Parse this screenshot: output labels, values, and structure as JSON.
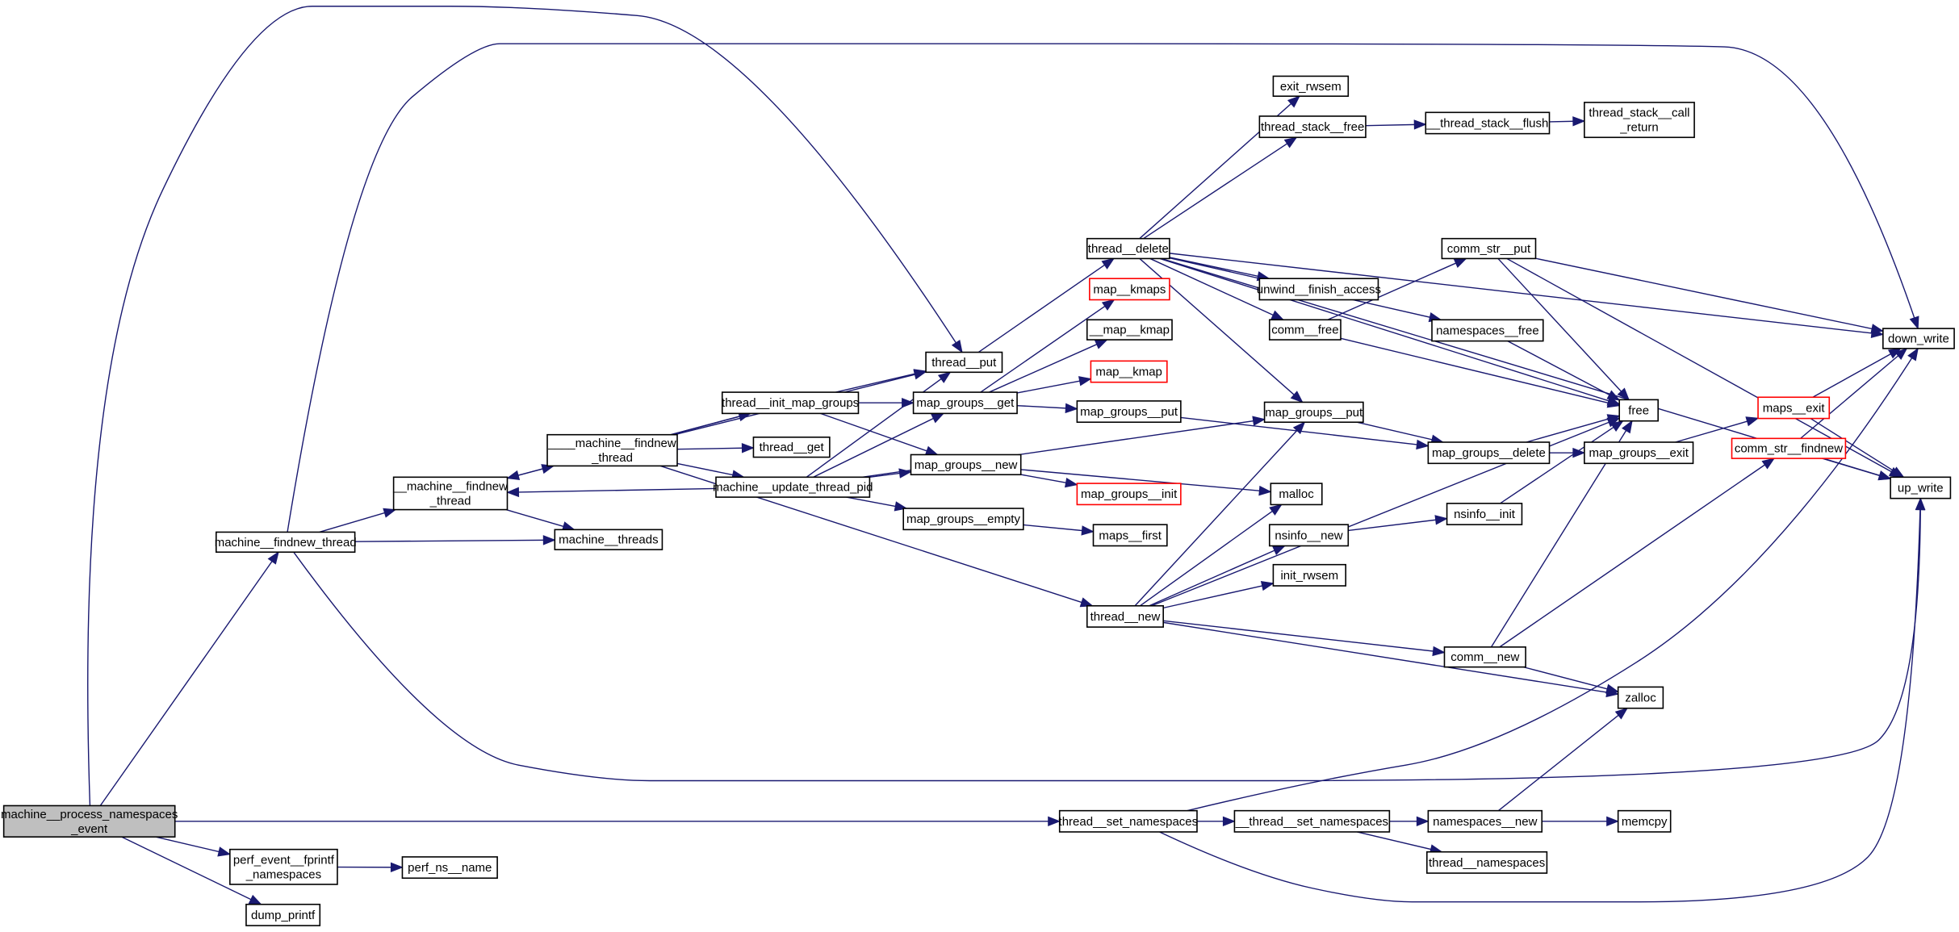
{
  "title": "Call graph: machine__process_namespaces_event",
  "colors": {
    "edge": "#191970",
    "root_fill": "#bfbfbf",
    "missing_border": "#ff0000",
    "node_border": "#000000"
  },
  "nodes": [
    {
      "id": "root",
      "lines": [
        "machine__process_namespaces",
        "_event"
      ],
      "kind": "root"
    },
    {
      "id": "machine_findnew_thread",
      "lines": [
        "machine__findnew_thread"
      ]
    },
    {
      "id": "__machine_findnew_thread",
      "lines": [
        "__machine__findnew",
        "_thread"
      ]
    },
    {
      "id": "machine_threads",
      "lines": [
        "machine__threads"
      ]
    },
    {
      "id": "____machine_findnew_thread",
      "lines": [
        "____machine__findnew",
        "_thread"
      ]
    },
    {
      "id": "thread_init_map_groups",
      "lines": [
        "thread__init_map_groups"
      ]
    },
    {
      "id": "thread_get",
      "lines": [
        "thread__get"
      ]
    },
    {
      "id": "machine_update_thread_pid",
      "lines": [
        "machine__update_thread_pid"
      ]
    },
    {
      "id": "thread_put",
      "lines": [
        "thread__put"
      ]
    },
    {
      "id": "map_groups_get",
      "lines": [
        "map_groups__get"
      ]
    },
    {
      "id": "map_groups_new",
      "lines": [
        "map_groups__new"
      ]
    },
    {
      "id": "map_groups_empty",
      "lines": [
        "map_groups__empty"
      ]
    },
    {
      "id": "thread_delete",
      "lines": [
        "thread__delete"
      ]
    },
    {
      "id": "map_kmaps",
      "lines": [
        "map__kmaps"
      ],
      "kind": "missing"
    },
    {
      "id": "__map_kmap",
      "lines": [
        "__map__kmap"
      ]
    },
    {
      "id": "map_kmap",
      "lines": [
        "map__kmap"
      ],
      "kind": "missing"
    },
    {
      "id": "map_groups_put_a",
      "lines": [
        "map_groups__put"
      ]
    },
    {
      "id": "map_groups_init",
      "lines": [
        "map_groups__init"
      ],
      "kind": "missing"
    },
    {
      "id": "maps_first",
      "lines": [
        "maps__first"
      ]
    },
    {
      "id": "thread_new",
      "lines": [
        "thread__new"
      ]
    },
    {
      "id": "exit_rwsem",
      "lines": [
        "exit_rwsem"
      ]
    },
    {
      "id": "thread_stack_free",
      "lines": [
        "thread_stack__free"
      ]
    },
    {
      "id": "unwind_finish_access",
      "lines": [
        "unwind__finish_access"
      ]
    },
    {
      "id": "comm_free",
      "lines": [
        "comm__free"
      ]
    },
    {
      "id": "map_groups_put_b",
      "lines": [
        "map_groups__put"
      ]
    },
    {
      "id": "malloc",
      "lines": [
        "malloc"
      ]
    },
    {
      "id": "nsinfo_new",
      "lines": [
        "nsinfo__new"
      ]
    },
    {
      "id": "init_rwsem",
      "lines": [
        "init_rwsem"
      ]
    },
    {
      "id": "comm_new",
      "lines": [
        "comm__new"
      ]
    },
    {
      "id": "zalloc",
      "lines": [
        "zalloc"
      ]
    },
    {
      "id": "thread_set_namespaces",
      "lines": [
        "thread__set_namespaces"
      ]
    },
    {
      "id": "__thread_set_namespaces",
      "lines": [
        "__thread__set_namespaces"
      ]
    },
    {
      "id": "namespaces_new",
      "lines": [
        "namespaces__new"
      ]
    },
    {
      "id": "memcpy",
      "lines": [
        "memcpy"
      ]
    },
    {
      "id": "thread_namespaces",
      "lines": [
        "thread__namespaces"
      ]
    },
    {
      "id": "perf_event_fprintf_namespaces",
      "lines": [
        "perf_event__fprintf",
        "_namespaces"
      ]
    },
    {
      "id": "perf_ns_name",
      "lines": [
        "perf_ns__name"
      ]
    },
    {
      "id": "dump_printf",
      "lines": [
        "dump_printf"
      ]
    },
    {
      "id": "__thread_stack_flush",
      "lines": [
        "__thread_stack__flush"
      ]
    },
    {
      "id": "thread_stack_call_return",
      "lines": [
        "thread_stack__call",
        "_return"
      ]
    },
    {
      "id": "comm_str_put",
      "lines": [
        "comm_str__put"
      ]
    },
    {
      "id": "namespaces_free",
      "lines": [
        "namespaces__free"
      ]
    },
    {
      "id": "map_groups_delete",
      "lines": [
        "map_groups__delete"
      ]
    },
    {
      "id": "free",
      "lines": [
        "free"
      ]
    },
    {
      "id": "map_groups_exit",
      "lines": [
        "map_groups__exit"
      ]
    },
    {
      "id": "nsinfo_init",
      "lines": [
        "nsinfo__init"
      ]
    },
    {
      "id": "maps_exit",
      "lines": [
        "maps__exit"
      ],
      "kind": "missing"
    },
    {
      "id": "comm_str_findnew",
      "lines": [
        "comm_str__findnew"
      ],
      "kind": "missing"
    },
    {
      "id": "down_write",
      "lines": [
        "down_write"
      ]
    },
    {
      "id": "up_write",
      "lines": [
        "up_write"
      ]
    }
  ],
  "edges": [
    [
      "root",
      "machine_findnew_thread"
    ],
    [
      "root",
      "thread_put"
    ],
    [
      "root",
      "thread_set_namespaces"
    ],
    [
      "root",
      "perf_event_fprintf_namespaces"
    ],
    [
      "root",
      "dump_printf"
    ],
    [
      "machine_findnew_thread",
      "__machine_findnew_thread"
    ],
    [
      "machine_findnew_thread",
      "machine_threads"
    ],
    [
      "machine_findnew_thread",
      "down_write"
    ],
    [
      "machine_findnew_thread",
      "up_write"
    ],
    [
      "__machine_findnew_thread",
      "____machine_findnew_thread"
    ],
    [
      "__machine_findnew_thread",
      "machine_threads"
    ],
    [
      "____machine_findnew_thread",
      "thread_init_map_groups"
    ],
    [
      "____machine_findnew_thread",
      "thread_get"
    ],
    [
      "____machine_findnew_thread",
      "machine_update_thread_pid"
    ],
    [
      "____machine_findnew_thread",
      "thread_put"
    ],
    [
      "____machine_findnew_thread",
      "thread_new"
    ],
    [
      "thread_init_map_groups",
      "__machine_findnew_thread"
    ],
    [
      "thread_init_map_groups",
      "thread_put"
    ],
    [
      "thread_init_map_groups",
      "map_groups_get"
    ],
    [
      "thread_init_map_groups",
      "map_groups_new"
    ],
    [
      "machine_update_thread_pid",
      "__machine_findnew_thread"
    ],
    [
      "machine_update_thread_pid",
      "thread_put"
    ],
    [
      "machine_update_thread_pid",
      "map_groups_get"
    ],
    [
      "machine_update_thread_pid",
      "map_groups_new"
    ],
    [
      "machine_update_thread_pid",
      "map_groups_empty"
    ],
    [
      "machine_update_thread_pid",
      "map_groups_put_b"
    ],
    [
      "thread_put",
      "thread_delete"
    ],
    [
      "map_groups_get",
      "map_kmaps"
    ],
    [
      "map_groups_get",
      "__map_kmap"
    ],
    [
      "map_groups_get",
      "map_kmap"
    ],
    [
      "map_groups_get",
      "map_groups_put_a"
    ],
    [
      "map_groups_new",
      "map_groups_init"
    ],
    [
      "map_groups_new",
      "malloc"
    ],
    [
      "map_groups_empty",
      "maps_first"
    ],
    [
      "map_groups_put_a",
      "map_groups_delete"
    ],
    [
      "thread_delete",
      "exit_rwsem"
    ],
    [
      "thread_delete",
      "thread_stack_free"
    ],
    [
      "thread_delete",
      "down_write"
    ],
    [
      "thread_delete",
      "unwind_finish_access"
    ],
    [
      "thread_delete",
      "comm_free"
    ],
    [
      "thread_delete",
      "namespaces_free"
    ],
    [
      "thread_delete",
      "map_groups_put_b"
    ],
    [
      "thread_delete",
      "free"
    ],
    [
      "thread_delete",
      "up_write"
    ],
    [
      "thread_stack_free",
      "__thread_stack_flush"
    ],
    [
      "__thread_stack_flush",
      "thread_stack_call_return"
    ],
    [
      "comm_free",
      "comm_str_put"
    ],
    [
      "comm_free",
      "free"
    ],
    [
      "comm_str_put",
      "down_write"
    ],
    [
      "comm_str_put",
      "free"
    ],
    [
      "comm_str_put",
      "up_write"
    ],
    [
      "namespaces_free",
      "free"
    ],
    [
      "map_groups_put_b",
      "map_groups_delete"
    ],
    [
      "map_groups_delete",
      "free"
    ],
    [
      "map_groups_delete",
      "map_groups_exit"
    ],
    [
      "map_groups_exit",
      "maps_exit"
    ],
    [
      "maps_exit",
      "down_write"
    ],
    [
      "maps_exit",
      "up_write"
    ],
    [
      "comm_str_findnew",
      "down_write"
    ],
    [
      "comm_str_findnew",
      "up_write"
    ],
    [
      "thread_new",
      "malloc"
    ],
    [
      "thread_new",
      "nsinfo_new"
    ],
    [
      "thread_new",
      "init_rwsem"
    ],
    [
      "thread_new",
      "map_groups_put_b"
    ],
    [
      "thread_new",
      "free"
    ],
    [
      "thread_new",
      "comm_new"
    ],
    [
      "thread_new",
      "zalloc"
    ],
    [
      "nsinfo_new",
      "nsinfo_init"
    ],
    [
      "nsinfo_init",
      "free"
    ],
    [
      "comm_new",
      "free"
    ],
    [
      "comm_new",
      "comm_str_findnew"
    ],
    [
      "comm_new",
      "zalloc"
    ],
    [
      "thread_set_namespaces",
      "__thread_set_namespaces"
    ],
    [
      "thread_set_namespaces",
      "down_write"
    ],
    [
      "thread_set_namespaces",
      "up_write"
    ],
    [
      "__thread_set_namespaces",
      "namespaces_new"
    ],
    [
      "__thread_set_namespaces",
      "thread_namespaces"
    ],
    [
      "namespaces_new",
      "memcpy"
    ],
    [
      "namespaces_new",
      "zalloc"
    ],
    [
      "perf_event_fprintf_namespaces",
      "perf_ns_name"
    ]
  ]
}
